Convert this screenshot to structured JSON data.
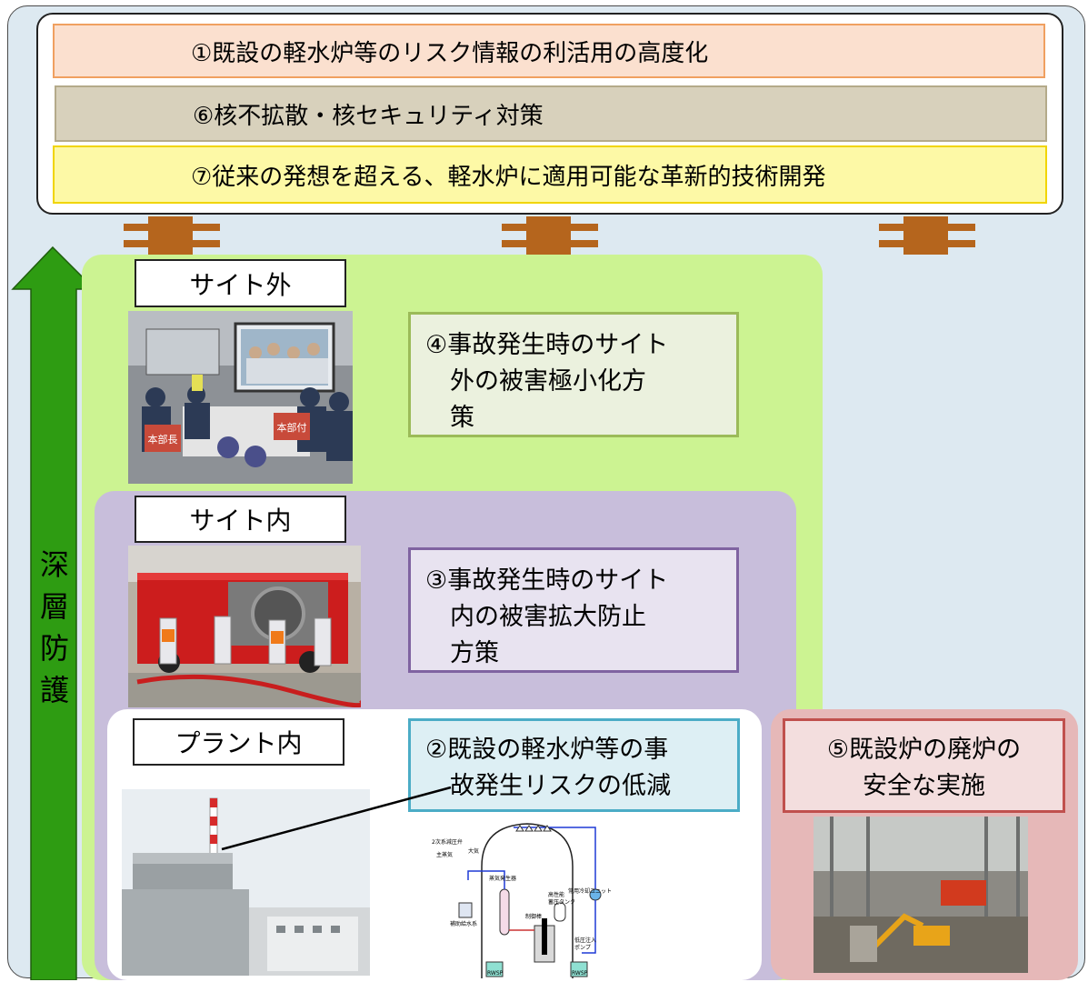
{
  "top_items": [
    "①既設の軽水炉等のリスク情報の利活用の高度化",
    "⑥核不拡散・核セキュリティ対策",
    "⑦従来の発想を超える、軽水炉に適用可能な革新的技術開発"
  ],
  "arrow_label": [
    "深",
    "層",
    "防",
    "護"
  ],
  "levels": {
    "offsite": {
      "tag": "サイト外",
      "text": "④事故発生時のサイト\n　外の被害極小化方\n　策"
    },
    "onsite": {
      "tag": "サイト内",
      "text": "③事故発生時のサイト\n　内の被害拡大防止\n　方策"
    },
    "inplant": {
      "tag": "プラント内",
      "text": "②既設の軽水炉等の事\n　故発生リスクの低減"
    }
  },
  "decommission": {
    "text": "⑤既設炉の廃炉の\n安全な実施"
  },
  "photo_text": {
    "sign1": "本部長",
    "sign2": "本部付"
  },
  "schematic": {
    "labels": [
      "2次系減圧弁",
      "大気",
      "主蒸気",
      "蒸気発生器",
      "高性能",
      "蓄圧タンク",
      "常用冷却ユニット",
      "補助給水系",
      "制御棒",
      "低圧注入",
      "ポンプ",
      "RWSP",
      "RWSP"
    ]
  },
  "colors": {
    "arrow_green": "#2e9c12",
    "connector_brown": "#b5651d"
  }
}
